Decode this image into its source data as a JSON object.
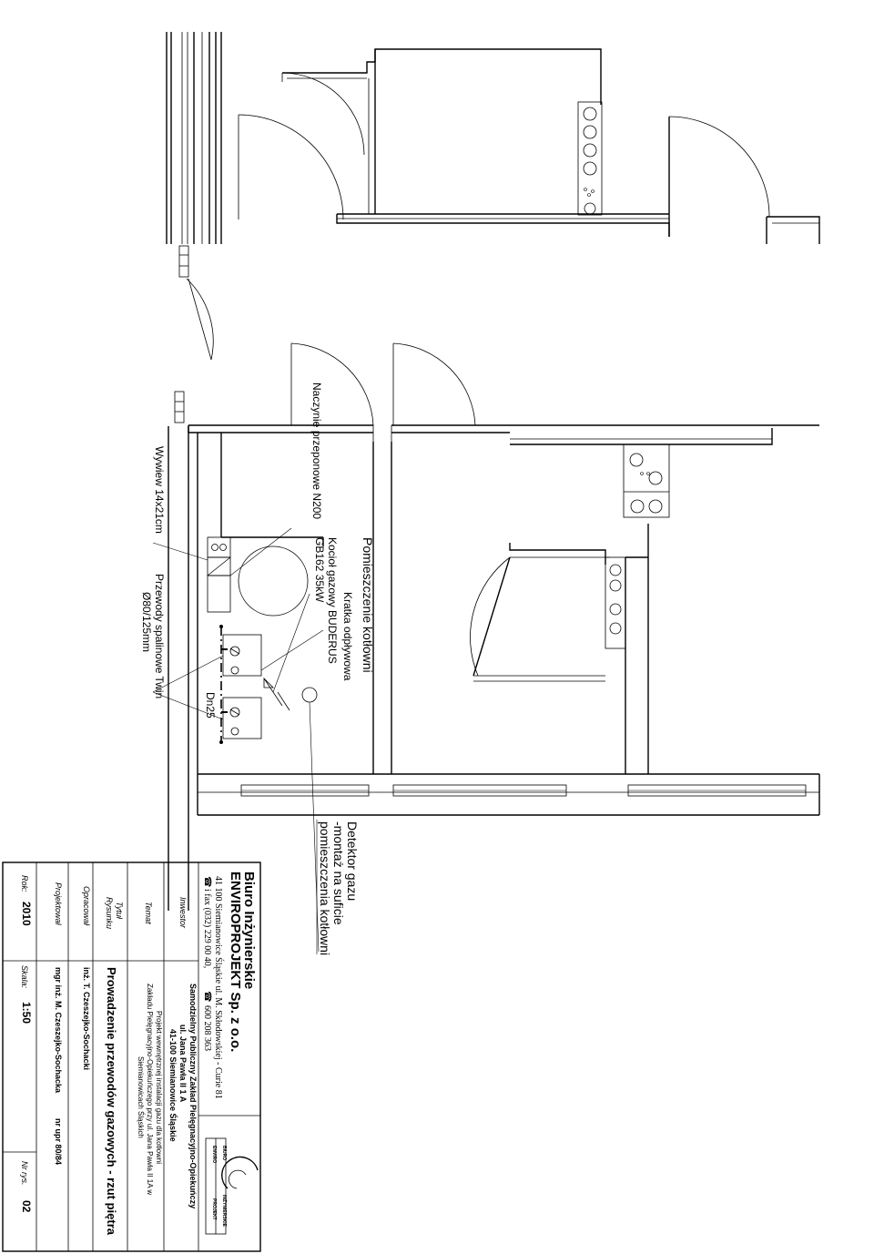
{
  "labels": {
    "room": "Pomieszczenie kotłowni",
    "grille": "Kratka odpływowa",
    "boiler_line1": "Kocioł gazowy BUDERUS",
    "boiler_line2": "GB162 35kW",
    "vessel": "Naczynie przeponowe N200",
    "vent": "Wywiew 14x21cm",
    "flue_line1": "Przewody spalinowe Twin",
    "flue_line2": "Ø80/125mm",
    "pipe_dn": "Dn25",
    "detector_line1": "Detektor gazu",
    "detector_line2": "-montaż na suficie",
    "detector_line3": "pomieszczenia kotłowni"
  },
  "title_block": {
    "company_line1": "Biuro Inżynierskie",
    "company_line2": "ENVIROPROJEKT Sp. z o.o.",
    "address": "41 100 Siemianowice Śląskie ul. M. Skłodowskiej - Curie 81",
    "contact_fax": "i fax (032) 229 00 40,",
    "contact_mobile": "600 208 363",
    "logo_text_1": "BIURO",
    "logo_text_2": "ENVIRO",
    "logo_text_3": "INŻYNIERSKIE",
    "logo_text_4": "PROJEKT",
    "investor_label": "Inwestor",
    "investor_line1": "Samodzielny Publiczny Zakład Pielęgnacyjno-Opiekuńczy",
    "investor_line2": "ul. Jana Pawła II 1 A",
    "investor_line3": "41-100 Siemianowice Śląskie",
    "topic_label": "Temat",
    "topic_line1": "Projekt wewnętrznej instalacji gazu dla kotłowni",
    "topic_line2": "Zakładu Pielęgnacyjno-Opiekuńczego przy ul. Jana Pawła II 1A w",
    "topic_line3": "Siemianowicach Śląskich",
    "drawing_title_label_1": "Tytuł",
    "drawing_title_label_2": "Rysunku",
    "drawing_title": "Prowadzenie przewodów gazowych - rzut piętra",
    "prepared_label": "Opracował",
    "prepared_value": "inż. T. Czeszejko-Sochacki",
    "designed_label": "Projektował",
    "designed_value": "mgr inż. M. Czeszejko-Sochacka",
    "license": "nr upr 80/84",
    "year_label": "Rok:",
    "year_value": "2010",
    "scale_label": "Skala:",
    "scale_value": "1:50",
    "drawing_no_label": "Nr rys.",
    "drawing_no_value": "02"
  }
}
